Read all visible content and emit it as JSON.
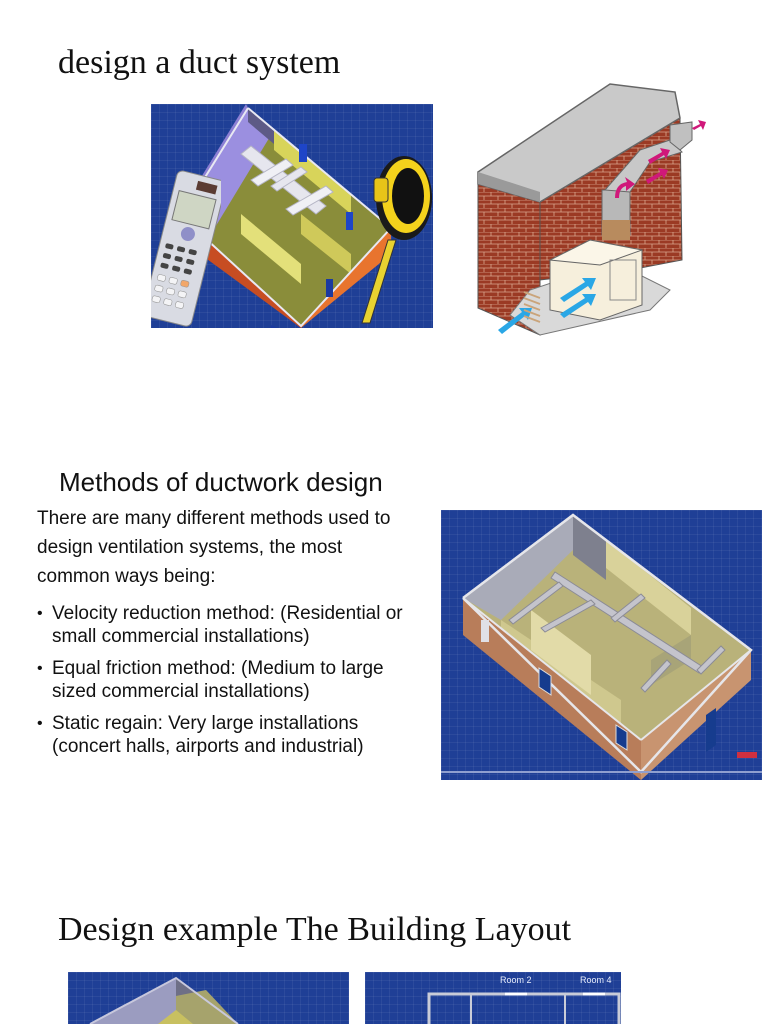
{
  "slides": [
    {
      "title": "design a duct system",
      "images": [
        {
          "name": "duct-design-illustration",
          "description": "isometric house with ducts, calculator and tape measure on blueprint background"
        },
        {
          "name": "furnace-duct-cutaway",
          "description": "brick wall cutaway showing furnace with duct and airflow arrows"
        }
      ]
    },
    {
      "title": "Methods of ductwork design",
      "intro_lines": [
        "There are many different methods used to",
        "design ventilation systems, the most",
        "common ways being:"
      ],
      "bullets": [
        {
          "line1": "Velocity reduction method: (Residential or",
          "line2": "small commercial installations)"
        },
        {
          "line1": "Equal friction method: (Medium to large",
          "line2": "sized commercial installations)"
        },
        {
          "line1": "Static regain: Very large installations",
          "line2": "(concert halls, airports and industrial)"
        }
      ],
      "bullet_glyph": "•",
      "image": {
        "name": "building-duct-3d-model"
      }
    },
    {
      "title": "Design example The Building Layout",
      "images": [
        {
          "name": "building-3d-view"
        },
        {
          "name": "building-floor-plan",
          "room_labels": [
            "Room 2",
            "Room 4"
          ]
        }
      ]
    }
  ],
  "colors": {
    "blueprint": "#1f3f96",
    "arrow_blue": "#2aa7e6",
    "arrow_magenta": "#d0187a",
    "brick": "#9b3a24"
  }
}
